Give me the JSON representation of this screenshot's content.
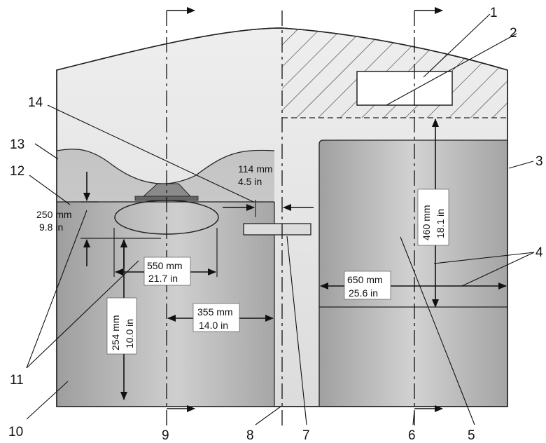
{
  "callouts": [
    "1",
    "2",
    "3",
    "4",
    "5",
    "6",
    "7",
    "8",
    "9",
    "10",
    "11",
    "12",
    "13",
    "14"
  ],
  "dimensions": {
    "d114_mm": "114 mm",
    "d114_in": "4.5 in",
    "d250_mm": "250 mm",
    "d250_in": "9.8 in",
    "d550_mm": "550 mm",
    "d550_in": "21.7 in",
    "d254_mm": "254 mm",
    "d254_in": "10.0 in",
    "d355_mm": "355 mm",
    "d355_in": "14.0 in",
    "d460_mm": "460 mm",
    "d460_in": "18.1 in",
    "d650_mm": "650 mm",
    "d650_in": "25.6 in"
  },
  "colors": {
    "line": "#222222",
    "hatch": "#333333",
    "panel_dark": "#a8a8a8",
    "panel_light": "#e6e6e6"
  }
}
